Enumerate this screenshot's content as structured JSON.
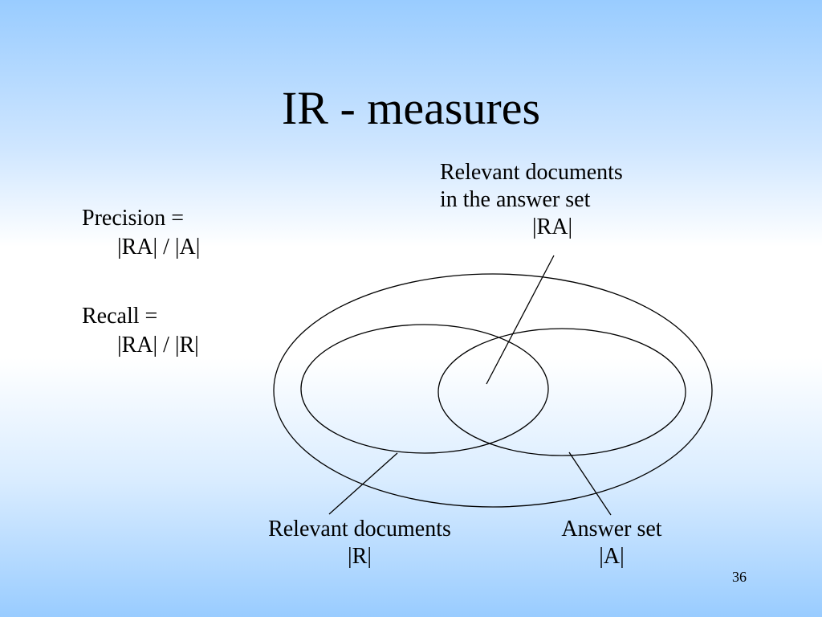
{
  "slide": {
    "title": "IR - measures",
    "number": "36"
  },
  "formulas": {
    "precision": {
      "label": "Precision =",
      "expression": "|RA| / |A|"
    },
    "recall": {
      "label": "Recall =",
      "expression": "|RA| / |R|"
    }
  },
  "diagram": {
    "intersection": {
      "line1": "Relevant documents",
      "line2": "in the answer set",
      "symbol": "|RA|"
    },
    "relevant": {
      "line1": "Relevant documents",
      "symbol": "|R|"
    },
    "answer": {
      "line1": "Answer set",
      "symbol": "|A|"
    }
  }
}
